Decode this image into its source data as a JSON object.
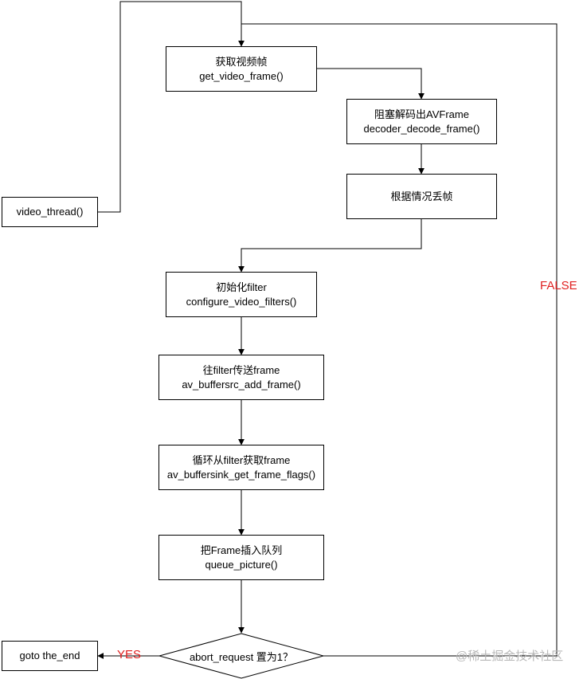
{
  "nodes": {
    "video_thread": {
      "label": "video_thread()"
    },
    "get_video_frame": {
      "title": "获取视频帧",
      "func": "get_video_frame()"
    },
    "decoder_decode_frame": {
      "title": "阻塞解码出AVFrame",
      "func": "decoder_decode_frame()"
    },
    "drop_frame": {
      "title": "根据情况丢帧"
    },
    "configure_video_filters": {
      "title": "初始化filter",
      "func": "configure_video_filters()"
    },
    "av_buffersrc_add_frame": {
      "title": "往filter传送frame",
      "func": "av_buffersrc_add_frame()"
    },
    "av_buffersink_get_frame_flags": {
      "title": "循环从filter获取frame",
      "func": "av_buffersink_get_frame_flags()"
    },
    "queue_picture": {
      "title": "把Frame插入队列",
      "func": "queue_picture()"
    },
    "abort_request": {
      "label": "abort_request 置为1？"
    },
    "goto_the_end": {
      "label": "goto the_end"
    }
  },
  "edge_labels": {
    "yes": "YES",
    "false": "FALSE"
  },
  "colors": {
    "line": "#000000",
    "edge_label": "#e02020",
    "watermark": "#b8b8b8"
  },
  "watermark": "@稀土掘金技术社区"
}
